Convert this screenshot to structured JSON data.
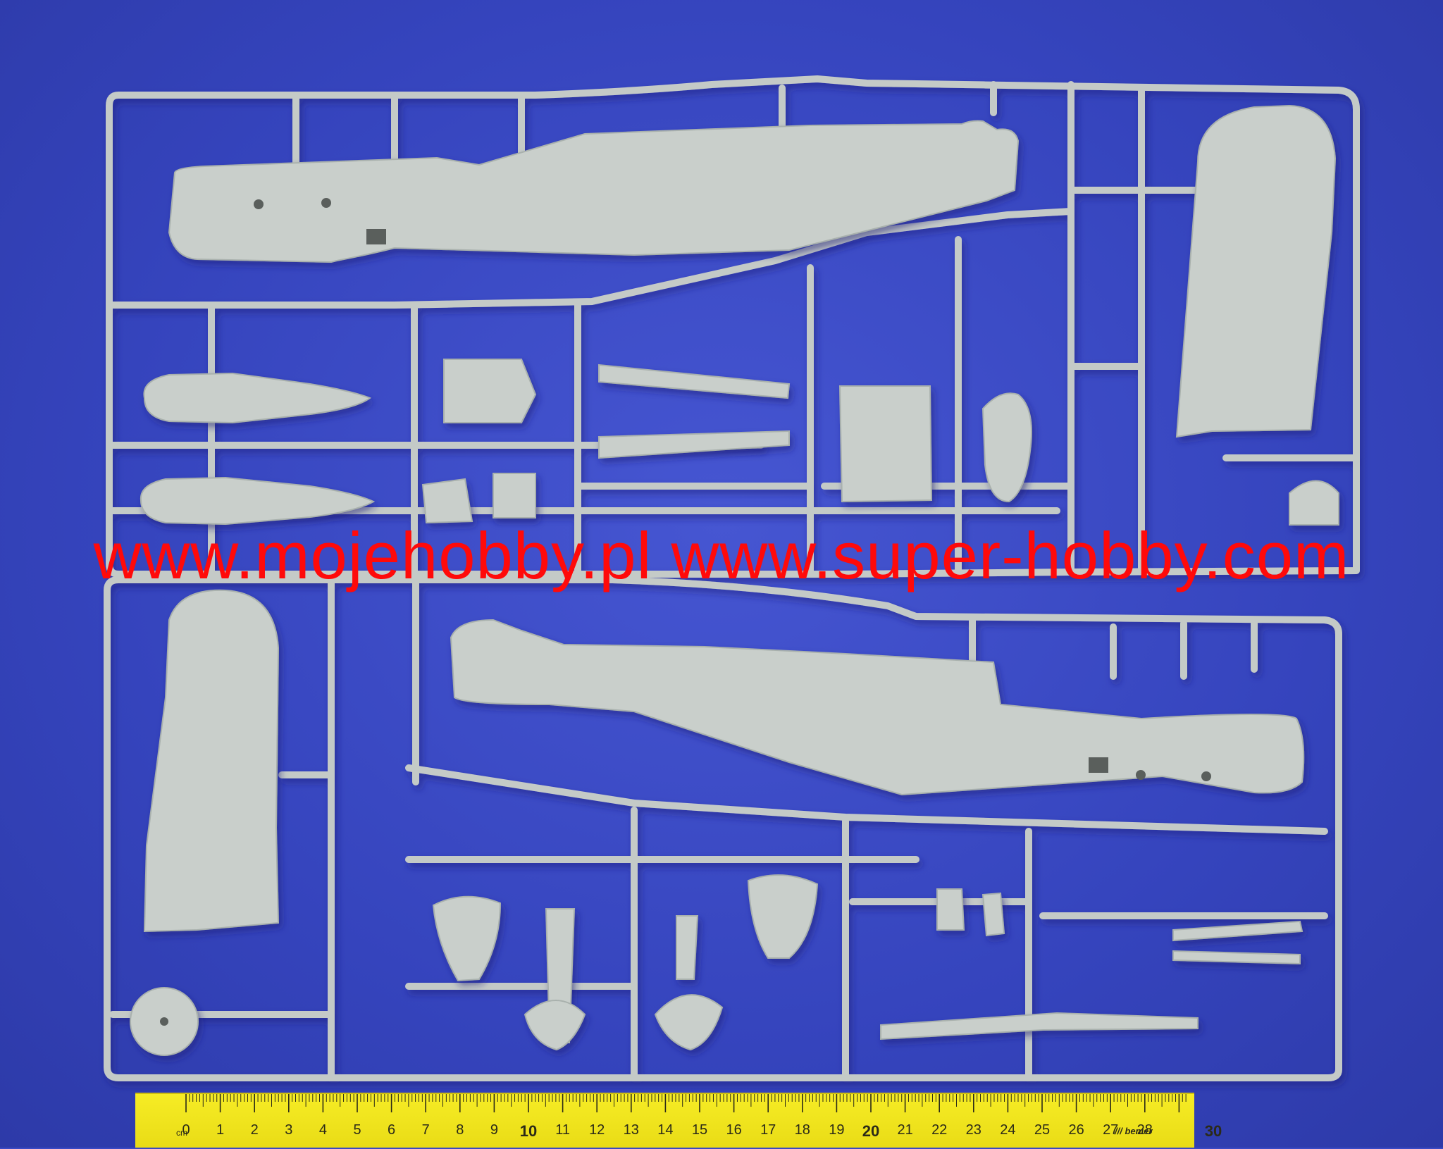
{
  "watermark": {
    "text": "www.mojehobby.pl www.super-hobby.com"
  },
  "ruler": {
    "unit_label": "cm",
    "brand_label": "/// benier",
    "labels": [
      "0",
      "1",
      "2",
      "3",
      "4",
      "5",
      "6",
      "7",
      "8",
      "9",
      "10",
      "11",
      "12",
      "13",
      "14",
      "15",
      "16",
      "17",
      "18",
      "19",
      "20",
      "21",
      "22",
      "23",
      "24",
      "25",
      "26",
      "27",
      "28",
      "30"
    ],
    "colors": {
      "body": "#f2e620",
      "ink": "#2b2a18"
    }
  },
  "colors": {
    "background": "#3a49c4",
    "plastic": "#c9cfcb",
    "plastic_shadow": "#9aa3a0",
    "watermark": "#ff0a0a"
  }
}
